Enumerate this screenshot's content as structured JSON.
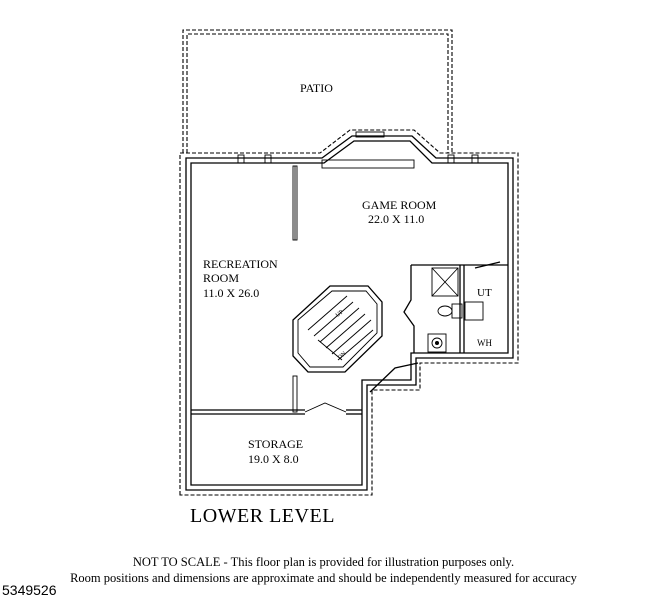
{
  "rooms": {
    "patio": {
      "name": "PATIO"
    },
    "game_room": {
      "name": "GAME ROOM",
      "dims": "22.0 X 11.0"
    },
    "recreation_room": {
      "name_line1": "RECREATION",
      "name_line2": "ROOM",
      "dims": "11.0 X 26.0"
    },
    "storage": {
      "name": "STORAGE",
      "dims": "19.0 X 8.0"
    },
    "utility": {
      "name": "UT"
    },
    "water_heater": {
      "name": "WH"
    }
  },
  "stairs": {
    "up_mark": "UP",
    "down_mark": "DN"
  },
  "level_title": "LOWER LEVEL",
  "disclaimer": {
    "line1": "NOT TO SCALE - This floor plan is provided for illustration purposes only.",
    "line2": "Room positions and dimensions are approximate and should be independently measured for accuracy"
  },
  "listing_id": "5349526"
}
